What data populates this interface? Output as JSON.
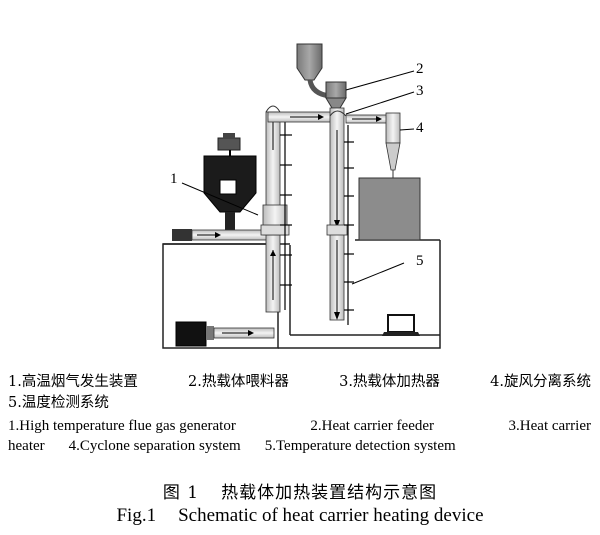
{
  "callouts": {
    "c1": "1",
    "c2": "2",
    "c3": "3",
    "c4": "4",
    "c5": "5"
  },
  "legend_cn": {
    "item1": "1.高温烟气发生装置",
    "item2": "2.热载体喂料器",
    "item3": "3.热载体加热器",
    "item4": "4.旋风分离系统",
    "item5": "5.温度检测系统"
  },
  "legend_en": {
    "item1": "1.High temperature flue gas generator",
    "item2": "2.Heat carrier feeder",
    "item3_part1": "3.Heat carrier",
    "item3_part2": "heater",
    "item4": "4.Cyclone separation system",
    "item5": "5.Temperature detection system"
  },
  "caption": {
    "cn_label": "图 1",
    "cn_title": "热载体加热装置结构示意图",
    "en_label": "Fig.1",
    "en_title": "Schematic of heat carrier heating device"
  }
}
